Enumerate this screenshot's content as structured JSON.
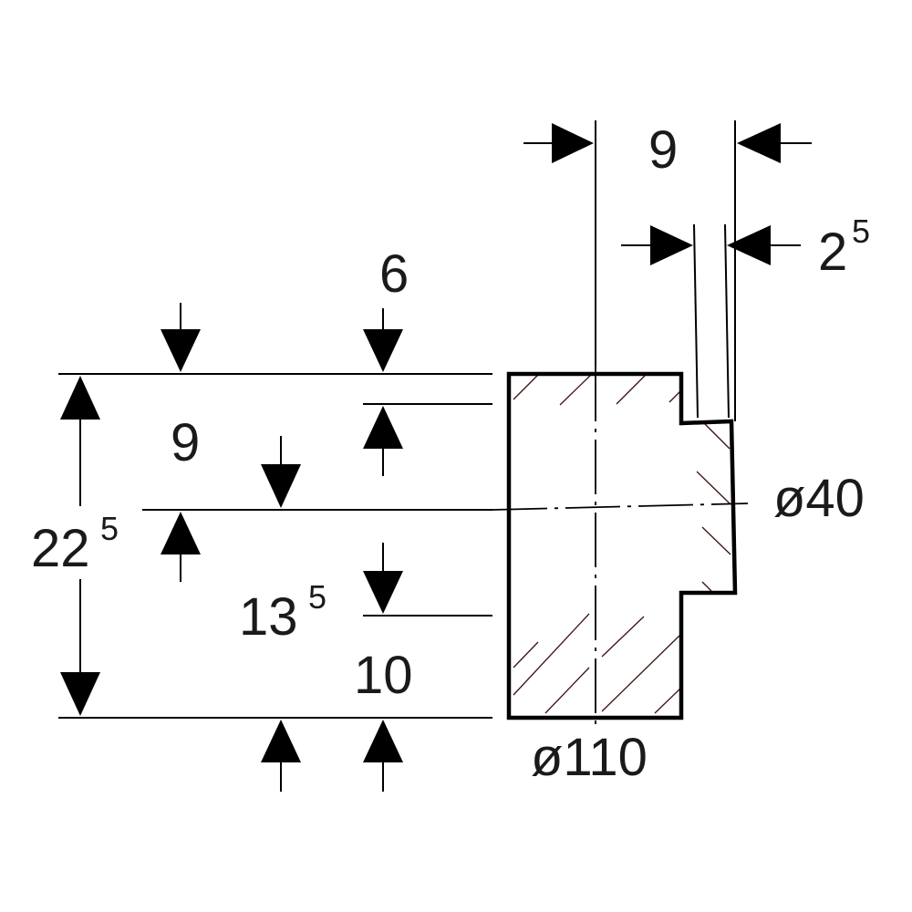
{
  "labels": {
    "top_width": "9",
    "thin_wall": "2",
    "thin_wall_sup": "5",
    "offset_top": "6",
    "height_upper": "9",
    "total_height": "22",
    "total_height_sup": "5",
    "mid_height": "13",
    "mid_height_sup": "5",
    "bottom_offset": "10",
    "diameter_small": "ø40",
    "diameter_large": "ø110"
  }
}
